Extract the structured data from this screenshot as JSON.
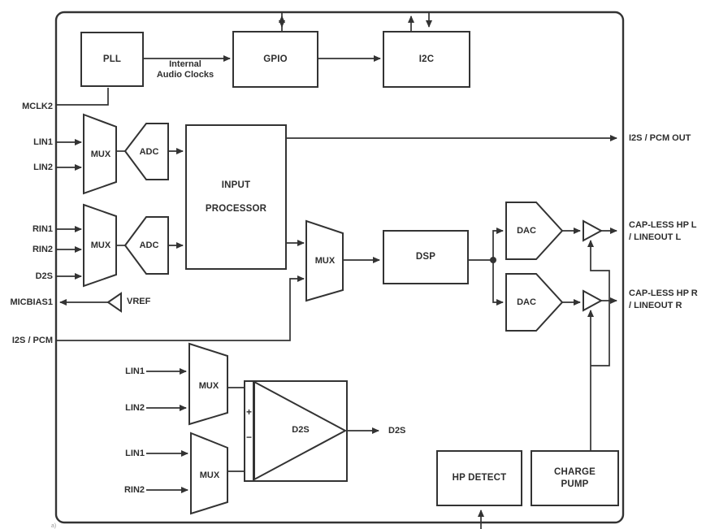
{
  "colors": {
    "line": "#333333",
    "background": "#ffffff"
  },
  "blocks": {
    "pll": "PLL",
    "gpio": "GPIO",
    "i2c": "I2C",
    "input_processor": {
      "line1": "INPUT",
      "line2": "PROCESSOR"
    },
    "dsp": "DSP",
    "hp_detect": "HP DETECT",
    "charge_pump": {
      "line1": "CHARGE",
      "line2": "PUMP"
    }
  },
  "components": {
    "mux1": "MUX",
    "mux2": "MUX",
    "mux3": "MUX",
    "mux4": "MUX",
    "mux5": "MUX",
    "adc1": "ADC",
    "adc2": "ADC",
    "dac1": "DAC",
    "dac2": "DAC",
    "vref": "VREF",
    "d2s_amp": "D2S"
  },
  "annotations": {
    "internal_audio_clocks": {
      "line1": "Internal",
      "line2": "Audio Clocks"
    },
    "plus": "+",
    "minus": "−",
    "corner_artifact": "a)"
  },
  "pins": {
    "left": [
      {
        "label": "MCLK2"
      },
      {
        "label": "LIN1"
      },
      {
        "label": "LIN2"
      },
      {
        "label": "RIN1"
      },
      {
        "label": "RIN2"
      },
      {
        "label": "D2S"
      },
      {
        "label": "MICBIAS1"
      },
      {
        "label": "I2S / PCM"
      }
    ],
    "right": [
      {
        "label": "I2S / PCM OUT"
      },
      {
        "line1": "CAP-LESS HP L",
        "line2": "/ LINEOUT L"
      },
      {
        "line1": "CAP-LESS HP R",
        "line2": "/ LINEOUT R"
      }
    ],
    "internal_inputs": [
      {
        "label": "LIN1"
      },
      {
        "label": "LIN2"
      },
      {
        "label": "LIN1"
      },
      {
        "label": "RIN2"
      }
    ],
    "d2s_out": {
      "label": "D2S"
    }
  }
}
